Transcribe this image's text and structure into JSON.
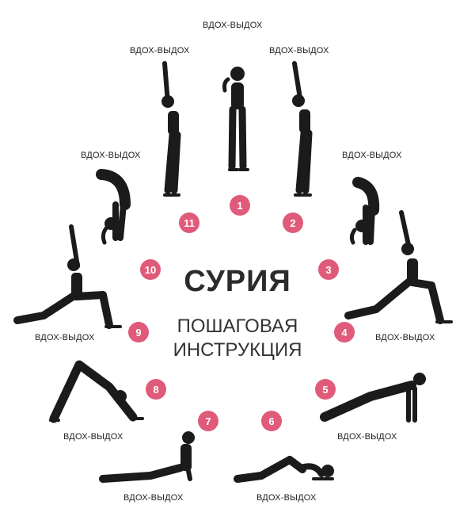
{
  "title": "СУРИЯ",
  "subtitle_line1": "ПОШАГОВАЯ",
  "subtitle_line2": "ИНСТРУКЦИЯ",
  "breath_label": "ВДОХ-ВЫДОХ",
  "accent_color": "#e05a7a",
  "steps": [
    "1",
    "2",
    "3",
    "4",
    "5",
    "6",
    "7",
    "8",
    "9",
    "10",
    "11"
  ]
}
